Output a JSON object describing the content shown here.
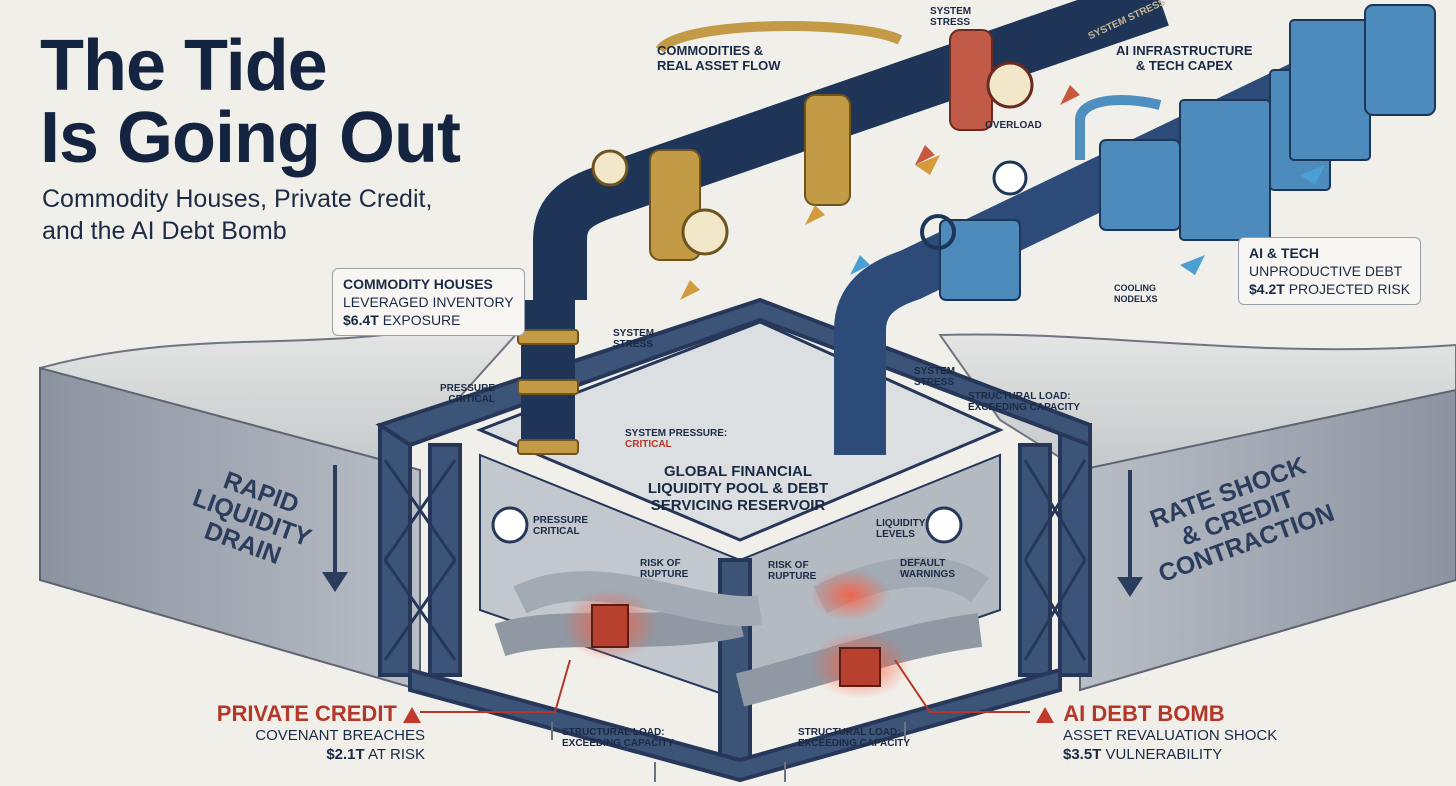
{
  "title_line1": "The Tide",
  "title_line2": "Is Going Out",
  "subtitle_line1": "Commodity Houses, Private Credit,",
  "subtitle_line2": "and the AI Debt Bomb",
  "labels": {
    "commodities_flow_1": "COMMODITIES &",
    "commodities_flow_2": "REAL ASSET FLOW",
    "ai_infra_1": "AI INFRASTRUCTURE",
    "ai_infra_2": "& TECH CAPEX",
    "system_stress_top_1": "SYSTEM",
    "system_stress_top_2": "STRESS",
    "overload": "OVERLOAD",
    "system_stress_left_1": "SYSTEM",
    "system_stress_left_2": "STRESS",
    "pressure_critical_1": "PRESSURE",
    "pressure_critical_2": "CRITICAL",
    "system_pressure_1": "SYSTEM PRESSURE:",
    "system_pressure_2": "CRITICAL",
    "system_stress_mid_1": "SYSTEM",
    "system_stress_mid_2": "STRESS",
    "structural_load_right_1": "STRUCTURAL LOAD:",
    "structural_load_right_2": "EXCEEDING CAPACITY",
    "cooling_1": "COOLING",
    "cooling_2": "NODELXS",
    "reservoir_1": "GLOBAL FINANCIAL",
    "reservoir_2": "LIQUIDITY POOL & DEBT",
    "reservoir_3": "SERVICING RESERVOIR",
    "pressure_critical_gauge_1": "PRESSURE",
    "pressure_critical_gauge_2": "CRITICAL",
    "liquidity_levels_1": "LIQUIDITY",
    "liquidity_levels_2": "LEVELS",
    "risk_rupture_left_1": "RISK OF",
    "risk_rupture_left_2": "RUPTURE",
    "risk_rupture_right_1": "RISK OF",
    "risk_rupture_right_2": "RUPTURE",
    "default_warnings_1": "DEFAULT",
    "default_warnings_2": "WARNINGS",
    "structural_load_bottom_left_1": "STRUCTURAL LOAD:",
    "structural_load_bottom_left_2": "EXCEEDING CAPACITY",
    "structural_load_bottom_right_1": "STRUCTURAL LOAD:",
    "structural_load_bottom_right_2": "EXCEEDING CAPACITY",
    "pipe_stencil": "SYSTEM STRESS"
  },
  "sides": {
    "left_1": "RAPID",
    "left_2": "LIQUIDITY",
    "left_3": "DRAIN",
    "right_1": "RATE SHOCK",
    "right_2": "& CREDIT",
    "right_3": "CONTRACTION"
  },
  "commodity_box": {
    "heading": "COMMODITY HOUSES",
    "line": "LEVERAGED INVENTORY",
    "amount": "$6.4T",
    "amount_suffix": "EXPOSURE"
  },
  "ai_box": {
    "heading": "AI & TECH",
    "line": "UNPRODUCTIVE DEBT",
    "amount": "$4.2T",
    "amount_suffix": "PROJECTED RISK"
  },
  "private_credit": {
    "heading": "PRIVATE CREDIT",
    "line": "COVENANT BREACHES",
    "amount": "$2.1T",
    "amount_suffix": "AT RISK"
  },
  "ai_debt_bomb": {
    "heading": "AI DEBT BOMB",
    "line": "ASSET REVALUATION SHOCK",
    "amount": "$3.5T",
    "amount_suffix": "VULNERABILITY"
  },
  "colors": {
    "navy": "#1f3557",
    "gold": "#c39a45",
    "blue": "#3d78a8",
    "red": "#c0392b",
    "water": "#c9ccce"
  }
}
